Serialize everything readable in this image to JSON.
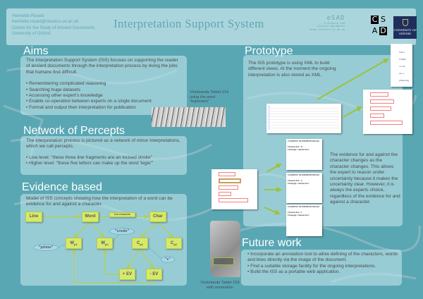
{
  "header": {
    "author_lines": [
      "Henriette Roued",
      "henriette.roued@classics.ox.ac.uk",
      "Centre for the Study of Ancient Documents",
      "University of Oxford"
    ],
    "title": "Interpretation Support System",
    "esad_logo": "eSAD",
    "esad_sub": [
      "e-Science and",
      "Ancient Documents",
      "esad.classics.ox.ac.uk"
    ],
    "csad_letters": [
      "C",
      "S",
      "A",
      "D"
    ],
    "oxford_logo": "UNIVERSITY OF OXFORD"
  },
  "aims": {
    "title": "Aims",
    "intro": "The Interpretation Support System (ISS) focuses on supporting the reader of ancient documents through the interpretation process by doing the jobs that humans find difficult.",
    "bullets": [
      "• Remembering complicated reasoning",
      "• Searching huge datasets",
      "• Accessing other expert's knowledge",
      "• Enable co-operation between experts on a single document",
      "• Format and output their interpretation for publication"
    ]
  },
  "tablet214_caption": "Vindolanda Tablet 214 using the word \"legionaris\"",
  "network": {
    "title": "Network of Percepts",
    "intro": "The interpretation process is pictured as a network of minor interpretations, which we call percepts.",
    "bullets": [
      "• Low level: \"these three line fragments are an incised stroke\"",
      "• Higher level: \"these five letters can make up the word 'legio'\""
    ]
  },
  "evidence": {
    "title": "Evidence based",
    "intro": "Model of ISS concepts showing how the interpretation of a word can be evidence for and against a character.",
    "diagram": {
      "line": "Line",
      "word": "Word",
      "char": "Char",
      "edge_label": "1st character",
      "wp1": "W",
      "wp2": "W",
      "cp1": "C",
      "cp2": "C",
      "sub1": "p1",
      "sub2": "p2",
      "credo": "\"credo\"",
      "primo": "\"primo\"",
      "c": "\"c\"",
      "plus_ev": "+ EV",
      "minus_ev": "- EV"
    },
    "box_color": "#d7e96a",
    "arrow_color": "#b5d04a"
  },
  "prototype": {
    "title": "Prototype",
    "intro": "The ISS prototype is using XML to build different views. At the moment the ongoing interpretation is also stored as XML.",
    "evidence_text": "The evidence for and against the character changes as the character changes. This allows the expert to reason under uncertainty because it makes the uncertainty clear. However, it is always the experts choice, regardless of the evidence for and against a character.",
    "list_view": [
      "turn.]",
      "lordar]",
      "-s i.ae",
      "esc.]",
      "prinsclos]"
    ],
    "current_interp": {
      "heading": "Current interpretations",
      "char_lines": [
        "Character: b",
        "Character: a",
        "Character: r"
      ],
      "change": "Change character:"
    }
  },
  "future": {
    "title": "Future work",
    "bullets": [
      "• Incorporate an annotation tool to allow defining of the characters, words and lines directly via the image of the document.",
      "• Find a suitable storage facility for the ongoing interpretations.",
      "• Build the ISS as a portable web application."
    ]
  },
  "tablet159_caption": "Vindolanda Tablet 159 with annotation",
  "colors": {
    "background": "#5aa7b4",
    "panel": "#bee4ea",
    "header": "#abd5dc",
    "accent_arrow": "#9cc23a"
  }
}
